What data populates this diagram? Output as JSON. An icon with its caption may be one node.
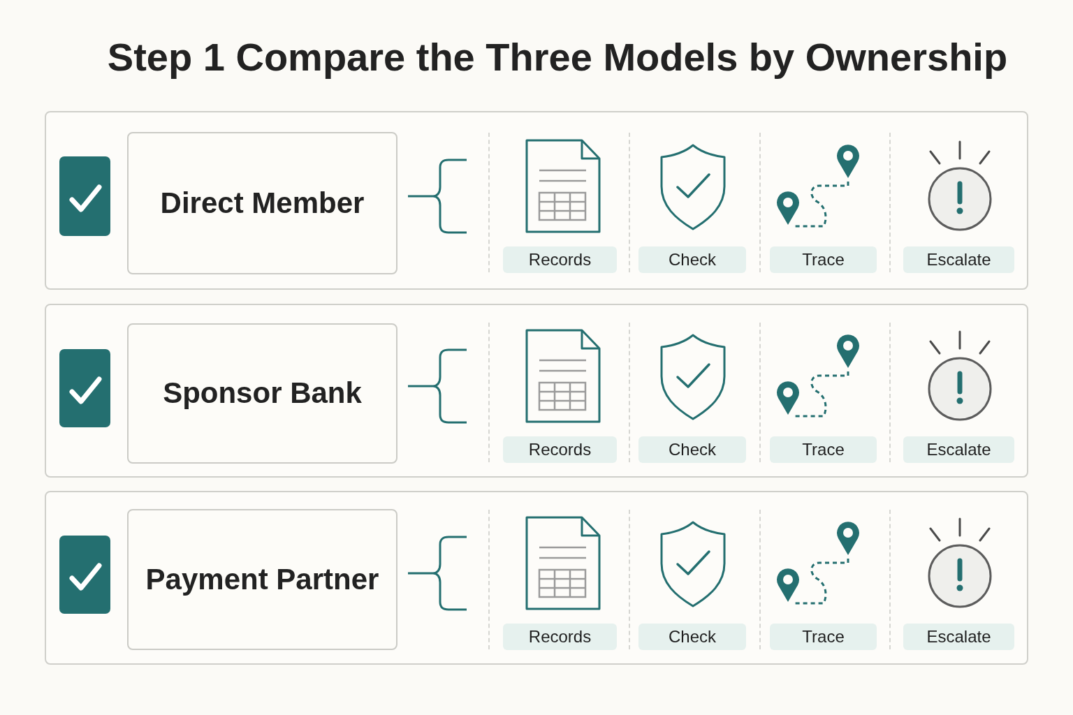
{
  "diagram": {
    "title": "Step 1 Compare the Three Models by Ownership",
    "nodes": [
      {
        "text": [],
        "shape": "box"
      },
      {
        "text": [
          "Direct Member"
        ],
        "in": 0
      },
      {
        "text": [
          "Records"
        ],
        "in": 0
      },
      {
        "text": [
          "Check"
        ],
        "in": 0
      },
      {
        "text": [
          "Trace"
        ],
        "in": 0
      },
      {
        "text": [
          "Escalate"
        ],
        "in": 0
      },
      {
        "text": [],
        "shape": "box"
      },
      {
        "text": [
          "Sponsor Bank"
        ],
        "in": 6
      },
      {
        "text": [
          "Records"
        ],
        "in": 6
      },
      {
        "text": [
          "Check"
        ],
        "in": 6
      },
      {
        "text": [
          "Trace"
        ],
        "in": 6
      },
      {
        "text": [
          "Escalate"
        ],
        "in": 6
      },
      {
        "text": [],
        "shape": "box"
      },
      {
        "text": [
          "Payment Partner"
        ],
        "in": 12
      },
      {
        "text": [
          "Records"
        ],
        "in": 12
      },
      {
        "text": [
          "Check"
        ],
        "in": 12
      },
      {
        "text": [
          "Trace"
        ],
        "in": 12
      },
      {
        "text": [
          "Escalate"
        ],
        "in": 12
      }
    ]
  }
}
